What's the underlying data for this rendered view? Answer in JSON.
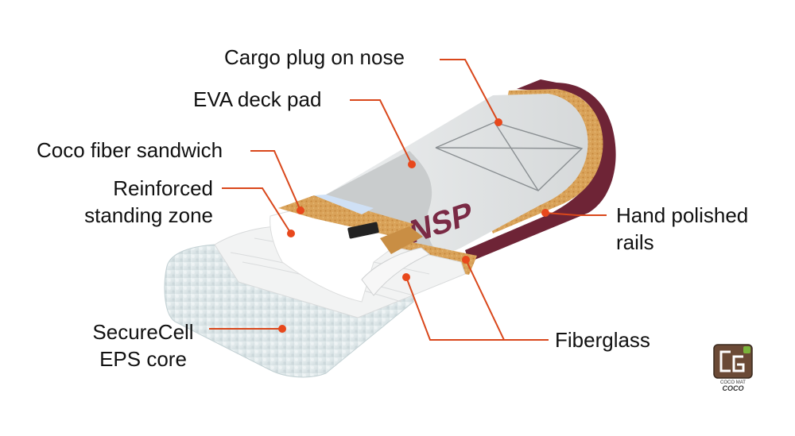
{
  "labels": {
    "cargo_plug": "Cargo plug on nose",
    "eva_pad": "EVA deck pad",
    "coco_sandwich": "Coco fiber sandwich",
    "reinforced": [
      "Reinforced",
      "standing zone"
    ],
    "hand_polished": [
      "Hand polished",
      "rails"
    ],
    "fiberglass": "Fiberglass",
    "core": [
      "SecureCell",
      "EPS core"
    ]
  },
  "board_logo": "NSP",
  "badge": {
    "line1": "COCO MAT",
    "line2": "COCO"
  },
  "colors": {
    "leader": "#d9471b",
    "dot": "#e8481c",
    "rail": "#6e2436",
    "deck": "#e4e6e7",
    "eva_pad": "#c9cccd",
    "cork": "#d49a4f",
    "foam": "#dde8ea",
    "logo": "#7a2a45"
  }
}
